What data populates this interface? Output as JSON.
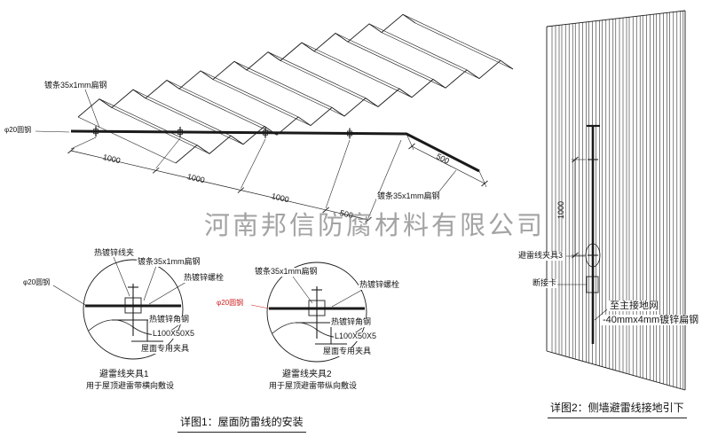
{
  "watermark": "河南邦信防腐材料有限公司",
  "colors": {
    "line": "#1a1a1a",
    "accent_red": "#cc2222",
    "watermark_gray": "#8a8a8a"
  },
  "roof": {
    "strip_top": "镀条35x1mm扁钢",
    "rod": "φ20圆钢",
    "strip_right": "镀条35x1mm扁钢",
    "dims": {
      "d1": "1000",
      "d2": "1000",
      "d3": "1000",
      "d4": "500",
      "d5": "500"
    }
  },
  "detail1": {
    "label_clamp": "热镀锌线夹",
    "label_strip": "镀条35x1mm扁钢",
    "label_bolt": "热镀锌螺栓",
    "label_rod": "φ20圆钢",
    "label_angle": "热镀锌角钢",
    "label_angle_size": "L100X50X5",
    "label_fixture": "屋面专用夹具",
    "title": "避雷线夹具1",
    "subtitle": "用于屋顶避雷带横向敷设"
  },
  "detail2": {
    "label_strip": "镀条35x1mm扁钢",
    "label_bolt": "热镀锌螺栓",
    "label_rod": "φ20圆钢",
    "label_angle": "热镀锌角钢",
    "label_angle_size": "L100X50X5",
    "label_fixture": "屋面专用夹具",
    "title": "避雷线夹具2",
    "subtitle": "用于屋顶避雷带纵向敷设"
  },
  "wall": {
    "dim_1000": "1000",
    "label_clamp3": "避雷线夹具3",
    "label_disconnect": "断接卡",
    "label_ground_line1": "至主接地网",
    "label_ground_line2": "-40mmx4mm镀锌扁钢"
  },
  "captions": {
    "caption1": "详图1：屋面防雷线的安装",
    "caption2": "详图2：侧墙避雷线接地引下"
  }
}
